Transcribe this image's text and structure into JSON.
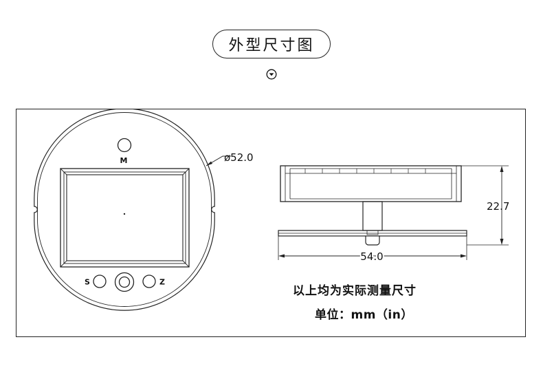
{
  "header": {
    "title": "外型尺寸图",
    "down_icon": "chevron-down-circle-icon"
  },
  "front_view": {
    "label_m": "M",
    "label_s": "S",
    "label_z": "Z",
    "diameter_label": "ø52.0"
  },
  "side_view": {
    "width_label": "54.0",
    "height_label": "22.7"
  },
  "notes": {
    "line1": "以上均为实际测量尺寸",
    "line2": "单位：mm（in）"
  }
}
